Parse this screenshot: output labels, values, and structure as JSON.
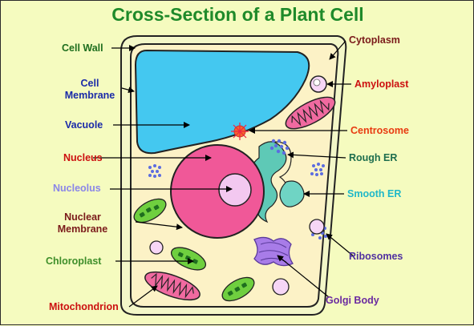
{
  "title": "Cross-Section of a Plant Cell",
  "colors": {
    "background": "#f5fbbf",
    "title": "#1f8a2a",
    "cytoplasm": "#fcf2c6",
    "vacuole": "#44c8f0",
    "nucleus": "#f05898",
    "nucleolus": "#f3c8f0",
    "chloroplast": "#6fcf3f",
    "mitochondrion": "#f06aa0",
    "golgi": "#a87ce8",
    "er": "#5ec9b6",
    "dots": "#5c6ce0"
  },
  "labels": {
    "cell_wall": "Cell Wall",
    "cell_membrane_1": "Cell",
    "cell_membrane_2": "Membrane",
    "vacuole": "Vacuole",
    "nucleus": "Nucleus",
    "nucleolus": "Nucleolus",
    "nuclear_membrane_1": "Nuclear",
    "nuclear_membrane_2": "Membrane",
    "chloroplast": "Chloroplast",
    "mitochondrion": "Mitochondrion",
    "cytoplasm": "Cytoplasm",
    "amyloplast": "Amyloplast",
    "centrosome": "Centrosome",
    "rough_er": "Rough ER",
    "smooth_er": "Smooth ER",
    "ribosomes": "Ribosomes",
    "golgi_body": "Golgi Body"
  },
  "label_colors": {
    "cell_wall": "#1e6e1e",
    "cell_membrane": "#1a2aa8",
    "vacuole": "#1a2aa8",
    "nucleus": "#cc1010",
    "nucleolus": "#8a86e8",
    "nuclear_membrane": "#7a1a1a",
    "chloroplast": "#3e8e2a",
    "mitochondrion": "#cc1010",
    "cytoplasm": "#7a1a1a",
    "amyloplast": "#cc1010",
    "centrosome": "#e83a10",
    "rough_er": "#1e6e4e",
    "smooth_er": "#20b8c8",
    "ribosomes": "#5030a0",
    "golgi_body": "#6a2aa0"
  }
}
